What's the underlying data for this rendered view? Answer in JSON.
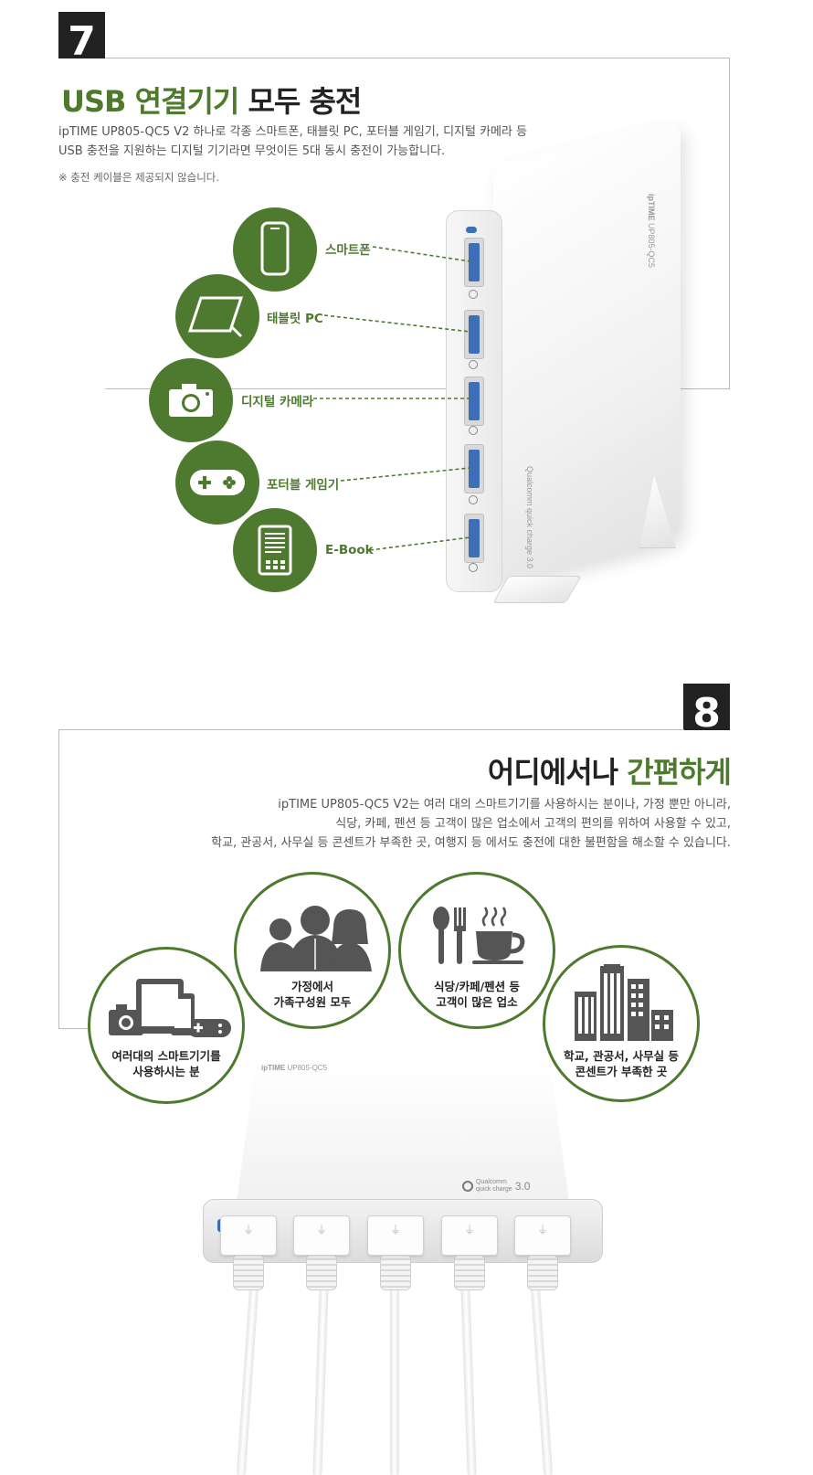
{
  "section7": {
    "number": "7",
    "title_green": "USB 연결기기",
    "title_dark": "모두 충전",
    "desc_line1": "ipTIME UP805-QC5 V2 하나로 각종 스마트폰, 태블릿 PC, 포터블 게임기, 디지털 카메라 등",
    "desc_line2": "USB 충전을 지원하는 디지털 기기라면 무엇이든 5대 동시 충전이 가능합니다.",
    "note": "※ 충전 케이블은 제공되지 않습니다.",
    "devices": [
      {
        "label": "스마트폰",
        "icon": "smartphone-icon"
      },
      {
        "label": "태블릿 PC",
        "icon": "tablet-icon"
      },
      {
        "label": "디지털 카메라",
        "icon": "camera-icon"
      },
      {
        "label": "포터블 게임기",
        "icon": "gamepad-icon"
      },
      {
        "label": "E-Book",
        "icon": "ebook-icon"
      }
    ],
    "product_brand": "ipTIME",
    "product_model": "UP805-QC5",
    "product_qc": "Qualcomm quick charge 3.0"
  },
  "section8": {
    "number": "8",
    "title_dark": "어디에서나",
    "title_green": "간편하게",
    "desc_line1": "ipTIME UP805-QC5 V2는 여러 대의 스마트기기를 사용하시는 분이나, 가정 뿐만 아니라,",
    "desc_line2": "식당, 카페, 펜션 등 고객이 많은 업소에서 고객의 편의를 위하여 사용할 수 있고,",
    "desc_line3": "학교, 관공서, 사무실 등 콘센트가 부족한 곳, 여행지 등 에서도 충전에 대한 불편함을 해소할 수 있습니다.",
    "uses": [
      {
        "line1": "여러대의 스마트기기를",
        "line2": "사용하시는 분",
        "icon": "devices-icon"
      },
      {
        "line1": "가정에서",
        "line2": "가족구성원 모두",
        "icon": "family-icon"
      },
      {
        "line1": "식당/카페/펜션 등",
        "line2": "고객이 많은 업소",
        "icon": "cafe-icon"
      },
      {
        "line1": "학교, 관공서, 사무실 등",
        "line2": "콘센트가 부족한 곳",
        "icon": "buildings-icon"
      }
    ],
    "product_brand": "ipTIME",
    "product_model": "UP805-QC5",
    "product_qc_brand": "Qualcomm",
    "product_qc_sub": "quick charge",
    "product_qc_ver": "3.0"
  },
  "colors": {
    "accent_green": "#4e7a2f",
    "dark": "#222222",
    "usb_blue": "#3d6fb8"
  }
}
